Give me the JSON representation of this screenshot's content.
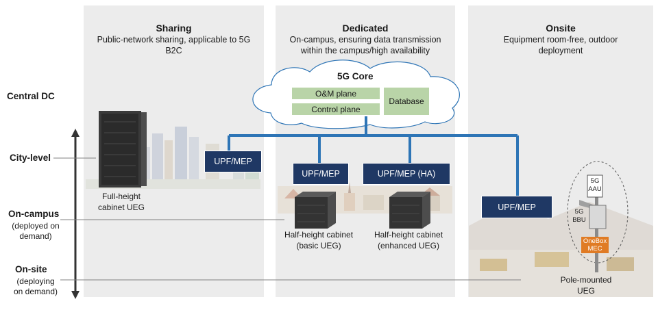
{
  "columns": [
    {
      "title": "Sharing",
      "subtitle_lines": [
        "Public-network sharing, applicable to 5G",
        "B2C"
      ]
    },
    {
      "title": "Dedicated",
      "subtitle_lines": [
        "On-campus, ensuring data transmission",
        "within the campus/high availability"
      ]
    },
    {
      "title": "Onsite",
      "subtitle_lines": [
        "Equipment room-free, outdoor",
        "deployment"
      ]
    }
  ],
  "levels": {
    "central_dc": "Central DC",
    "city": "City-level",
    "campus": "On-campus",
    "campus_sub": [
      "(deployed on",
      "demand)"
    ],
    "site": "On-site",
    "site_sub": [
      "(deploying",
      "on demand)"
    ]
  },
  "core": {
    "title": "5G Core",
    "om_plane": "O&M plane",
    "control_plane": "Control plane",
    "database": "Database"
  },
  "upf_labels": {
    "city": "UPF/MEP",
    "basic": "UPF/MEP",
    "ha": "UPF/MEP (HA)",
    "onsite": "UPF/MEP"
  },
  "captions": {
    "full_height": [
      "Full-height",
      "cabinet UEG"
    ],
    "half_basic": [
      "Half-height cabinet",
      "(basic UEG)"
    ],
    "half_enhanced": [
      "Half-height cabinet",
      "(enhanced UEG)"
    ],
    "pole": [
      "Pole-mounted",
      "UEG"
    ]
  },
  "pole_units": {
    "aau": [
      "5G",
      "AAU"
    ],
    "bbu": [
      "5G",
      "BBU"
    ],
    "onebox": [
      "OneBox",
      "MEC"
    ]
  },
  "colors": {
    "panel": "#ececec",
    "upf": "#1f3864",
    "link": "#2e75b6",
    "green_box": "#b9d4a8",
    "onebox": "#e07b24"
  }
}
